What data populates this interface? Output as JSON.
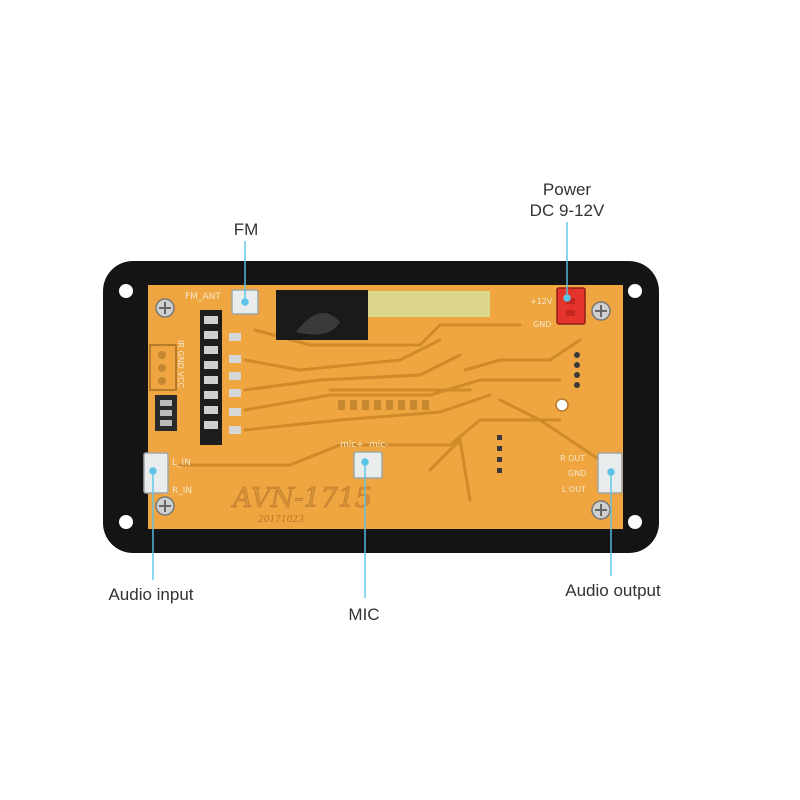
{
  "callouts": {
    "power_line1": "Power",
    "power_line2": "DC 9-12V",
    "fm": "FM",
    "audio_input": "Audio input",
    "mic": "MIC",
    "audio_output": "Audio output"
  },
  "board": {
    "model": "AVN-1715",
    "date_code": "20171023",
    "silkscreen": {
      "fm_ant": "FM_ANT",
      "plus_12v": "+12V",
      "gnd_power": "GND",
      "ir_pins": "IR GND VCC",
      "l_in": "L_IN",
      "r_in": "R_IN",
      "mic_plus": "mic+",
      "mic_minus": "mic-",
      "r_out": "R OUT",
      "gnd_out": "GND",
      "l_out": "L OUT"
    }
  },
  "colors": {
    "pcb": "#efa540",
    "trace": "#cf8a2a",
    "bezel": "#141414",
    "leader_line": "#5bc4e6",
    "power_connector": "#e5342b",
    "connector": "#e9ecec"
  }
}
